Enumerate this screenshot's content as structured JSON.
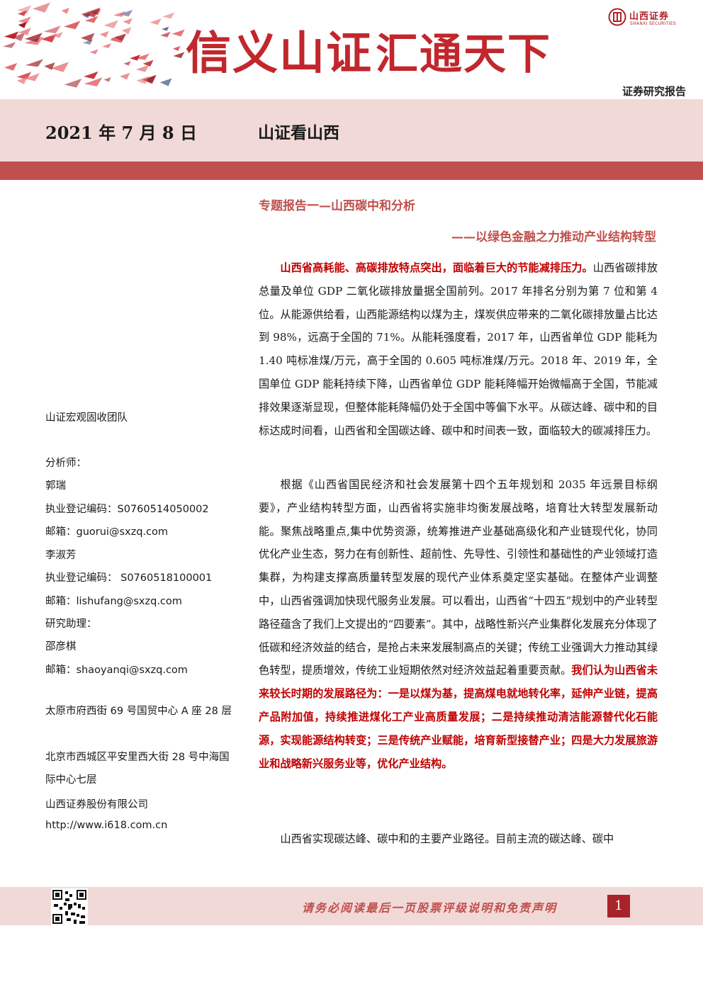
{
  "header": {
    "slogan_a": "信义山证",
    "slogan_b": "汇通天下",
    "logo_cn": "山西证券",
    "logo_en": "SHANXI SECURITIES",
    "report_type": "证券研究报告",
    "date": "2021 年 7 月 8 日",
    "series": "山证看山西"
  },
  "sidebar": {
    "team": "山证宏观固收团队",
    "analyst_label": "分析师：",
    "analyst1_name": "郭瑞",
    "analyst1_reg": "执业登记编码：S0760514050002",
    "analyst1_email": "邮箱：guorui@sxzq.com",
    "analyst2_name": "李淑芳",
    "analyst2_reg": "执业登记编码：  S0760518100001",
    "analyst2_email": "邮箱：lishufang@sxzq.com",
    "assistant_label": "研究助理：",
    "assistant_name": "邵彦棋",
    "assistant_email": "邮箱：shaoyanqi@sxzq.com",
    "address_taiyuan": "太原市府西街 69 号国贸中心 A 座 28 层",
    "address_beijing": "北京市西城区平安里西大街 28 号中海国际中心七层",
    "company": "山西证券股份有限公司",
    "website": "http://www.i618.com.cn"
  },
  "main": {
    "title": "专题报告一—山西碳中和分析",
    "subtitle": "——以绿色金融之力推动产业结构转型",
    "p1_red": "山西省高耗能、高碳排放特点突出，面临着巨大的节能减排压力。",
    "p1_text": "山西省碳排放总量及单位 GDP 二氧化碳排放量据全国前列。2017 年排名分别为第 7 位和第 4 位。从能源供给看，山西能源结构以煤为主，煤炭供应带来的二氧化碳排放量占比达到 98%，远高于全国的 71%。从能耗强度看，2017 年，山西省单位 GDP 能耗为 1.40 吨标准煤/万元，高于全国的 0.605 吨标准煤/万元。2018 年、2019 年，全国单位 GDP 能耗持续下降，山西省单位 GDP 能耗降幅开始微幅高于全国，节能减排效果逐渐显现，但整体能耗降幅仍处于全国中等偏下水平。从碳达峰、碳中和的目标达成时间看，山西省和全国碳达峰、碳中和时间表一致，面临较大的碳减排压力。",
    "p2_text": "根据《山西省国民经济和社会发展第十四个五年规划和 2035 年远景目标纲要》，产业结构转型方面，山西省将实施非均衡发展战略，培育壮大转型发展新动能。聚焦战略重点,集中优势资源，统筹推进产业基础高级化和产业链现代化，协同优化产业生态，努力在有创新性、超前性、先导性、引领性和基础性的产业领域打造集群，为构建支撑高质量转型发展的现代产业体系奠定坚实基础。在整体产业调整中，山西省强调加快现代服务业发展。可以看出，山西省“十四五”规划中的产业转型路径蕴含了我们上文提出的“四要素”。其中，战略性新兴产业集群化发展充分体现了低碳和经济效益的结合，是抢占未来发展制高点的关键；传统工业强调大力推动其绿色转型，提质增效，传统工业短期依然对经济效益起着重要贡献。",
    "p2_red": "我们认为山西省未来较长时期的发展路径为：一是以煤为基，提高煤电就地转化率，延伸产业链，提高产品附加值，持续推进煤化工产业高质量发展；二是持续推动清洁能源替代化石能源，实现能源结构转变；三是传统产业赋能，培育新型接替产业；四是大力发展旅游业和战略新兴服务业等，优化产业结构。",
    "p3_text": "山西省实现碳达峰、碳中和的主要产业路径。目前主流的碳达峰、碳中"
  },
  "footer": {
    "disclaimer": "请务必阅读最后一页股票评级说明和免责声明",
    "page_number": "1"
  },
  "colors": {
    "brand_red": "#c1272d",
    "accent_red": "#c0504d",
    "text_red": "#c00000",
    "band_pink": "#f1d9d8"
  }
}
